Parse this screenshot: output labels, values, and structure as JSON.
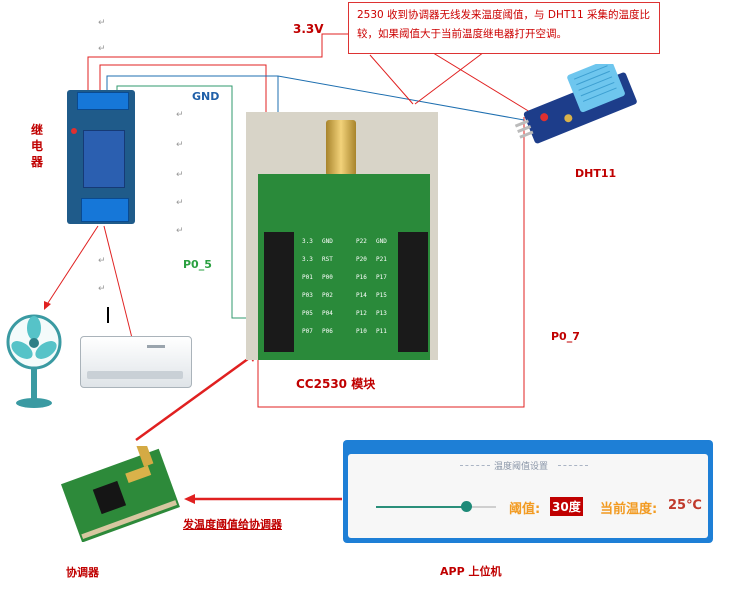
{
  "annotation": "2530 收到协调器无线发来温度阈值，与 DHT11 采集的温度比较，如果阈值大于当前温度继电器打开空调。",
  "labels": {
    "v33": "3.3V",
    "gnd": "GND",
    "relay": "继电器",
    "p05": "P0_5",
    "p07": "P0_7",
    "dht11": "DHT11",
    "cc2530": "CC2530 模块",
    "send": "发温度阈值给协调器",
    "coordinator": "协调器",
    "app": "APP 上位机"
  },
  "app_panel": {
    "title": "温度阈值设置",
    "threshold_label": "阈值:",
    "threshold_value": "30度",
    "current_label": "当前温度:",
    "current_value": "25℃",
    "slider_level": 0.75
  },
  "pcb": {
    "left_header": [
      "3.3",
      "GND",
      "3.3",
      "RST",
      "P01",
      "P00",
      "P03",
      "P02",
      "P05",
      "P04",
      "P07",
      "P06"
    ],
    "right_header": [
      "P22",
      "GND",
      "P20",
      "P21",
      "P16",
      "P17",
      "P14",
      "P15",
      "P12",
      "P13",
      "P10",
      "P11"
    ]
  },
  "colors": {
    "red_wire": "#e02020",
    "blue_wire": "#1e6fb0",
    "green_wire": "#2f9a6e",
    "label_red": "#c00000",
    "label_blue": "#1f5fa8",
    "label_green": "#2aa040",
    "accent_orange": "#f29b22"
  }
}
